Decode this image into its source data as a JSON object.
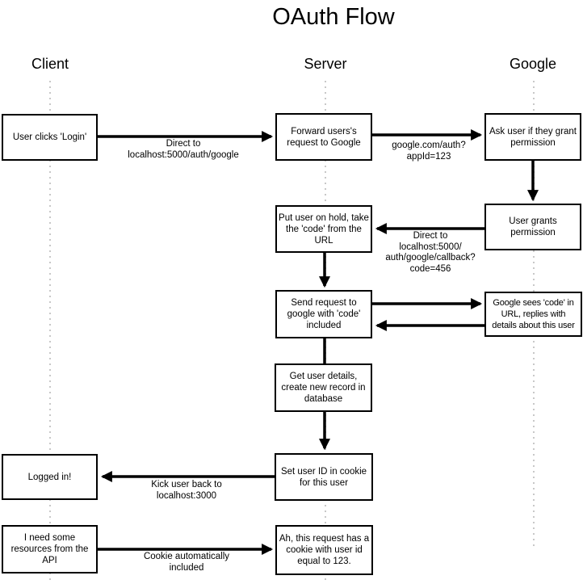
{
  "title": "OAuth Flow",
  "lanes": {
    "client": "Client",
    "server": "Server",
    "google": "Google"
  },
  "boxes": {
    "user_clicks_login": "User clicks 'Login'",
    "forward_request": "Forward users's\nrequest to Google",
    "ask_permission": "Ask user if they grant\npermission",
    "user_grants": "User grants\npermission",
    "put_on_hold": "Put user on hold, take\nthe 'code' from the\nURL",
    "send_code": "Send request to\ngoogle with 'code'\nincluded",
    "google_sees_code": "Google sees 'code' in\nURL, replies with\ndetails about this user",
    "get_details": "Get user details,\ncreate new record in\ndatabase",
    "set_cookie": "Set user ID in cookie\nfor this user",
    "logged_in": "Logged in!",
    "need_resources": "I need some\nresources from the\nAPI",
    "request_has_cookie": "Ah, this request has a\ncookie with user id\nequal to 123."
  },
  "edge_labels": {
    "direct_auth_google": "Direct to\nlocalhost:5000/auth/google",
    "google_auth_appid": "google.com/auth?\nappId=123",
    "direct_callback": "Direct to\nlocalhost:5000/\nauth/google/callback?\ncode=456",
    "kick_back": "Kick user back to\nlocalhost:3000",
    "cookie_included": "Cookie automatically\nincluded"
  },
  "colors": {
    "background": "#ffffff",
    "box_fill": "#ffffff",
    "box_border": "#000000",
    "arrow": "#000000",
    "lifeline": "#c8c8c8",
    "text": "#000000"
  }
}
